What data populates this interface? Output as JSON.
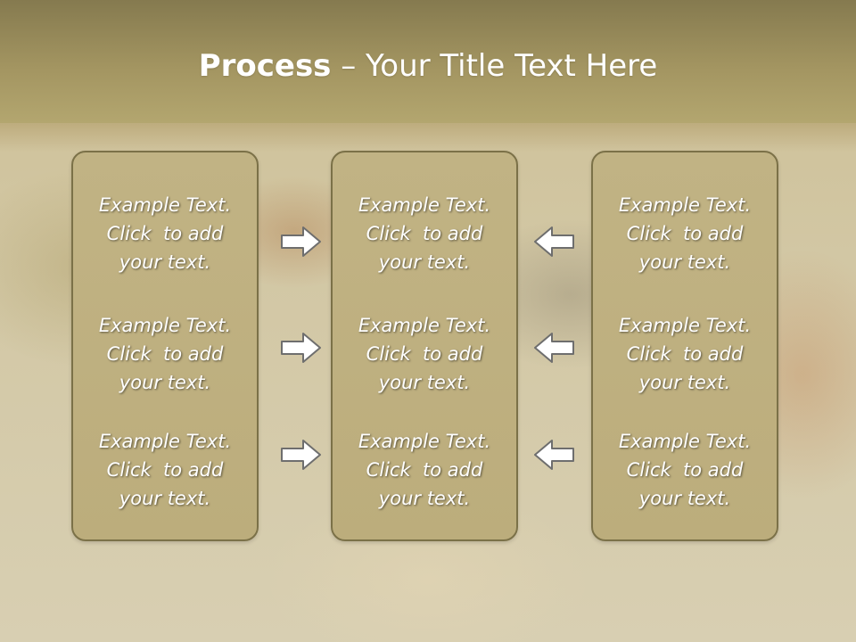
{
  "slide": {
    "title_bold": "Process",
    "title_rest": " – Your Title Text Here"
  },
  "columns": [
    {
      "items": [
        "Example Text.\nClick  to add\nyour text.",
        "Example Text.\nClick  to add\nyour text.",
        "Example Text.\nClick  to add\nyour text."
      ]
    },
    {
      "items": [
        "Example Text.\nClick  to add\nyour text.",
        "Example Text.\nClick  to add\nyour text.",
        "Example Text.\nClick  to add\nyour text."
      ]
    },
    {
      "items": [
        "Example Text.\nClick  to add\nyour text.",
        "Example Text.\nClick  to add\nyour text.",
        "Example Text.\nClick  to add\nyour text."
      ]
    }
  ],
  "arrows": {
    "left_group": [
      "arrow-right-icon",
      "arrow-right-icon",
      "arrow-right-icon"
    ],
    "right_group": [
      "arrow-left-icon",
      "arrow-left-icon",
      "arrow-left-icon"
    ]
  },
  "colors": {
    "header": "#a39561",
    "box_fill": "#bcad7c",
    "box_border": "#7b7148",
    "text": "#ffffff",
    "arrow_fill": "#ffffff",
    "arrow_stroke": "#6e6e6e"
  }
}
